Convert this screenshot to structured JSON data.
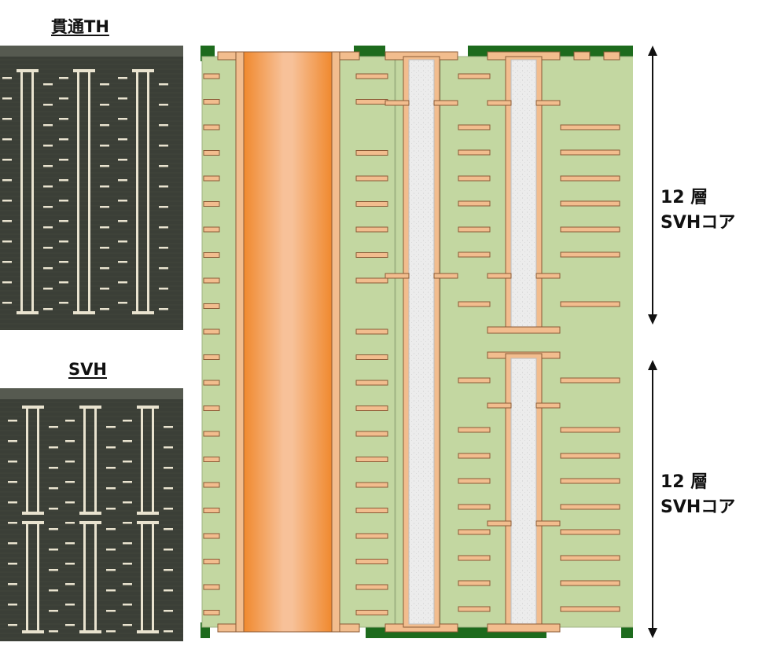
{
  "photos": {
    "through_hole": {
      "title": "貫通TH"
    },
    "svh": {
      "title": "SVH"
    }
  },
  "annotations": [
    {
      "line1": "12 層",
      "line2": "SVHコア"
    },
    {
      "line1": "12 層",
      "line2": "SVHコア"
    }
  ],
  "colors": {
    "laminate": "#c3d7a1",
    "copper": "#f2bd8e",
    "copper_edge": "#8b5a36",
    "plug": "#ececec",
    "solder_mask": "#1d6b1d",
    "photo_bg": "#3b3f37",
    "photo_trace": "#e9e3cf"
  }
}
